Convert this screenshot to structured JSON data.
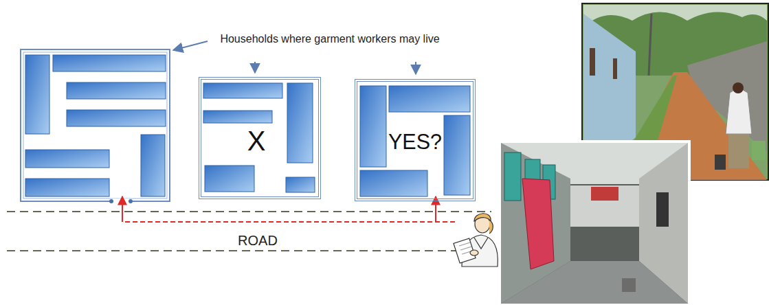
{
  "diagram": {
    "nodes": [
      {
        "text": [
          "X"
        ]
      },
      {
        "text": [
          "YES?"
        ]
      }
    ],
    "labels": [
      "Households where garment workers may live",
      "ROAD"
    ]
  }
}
